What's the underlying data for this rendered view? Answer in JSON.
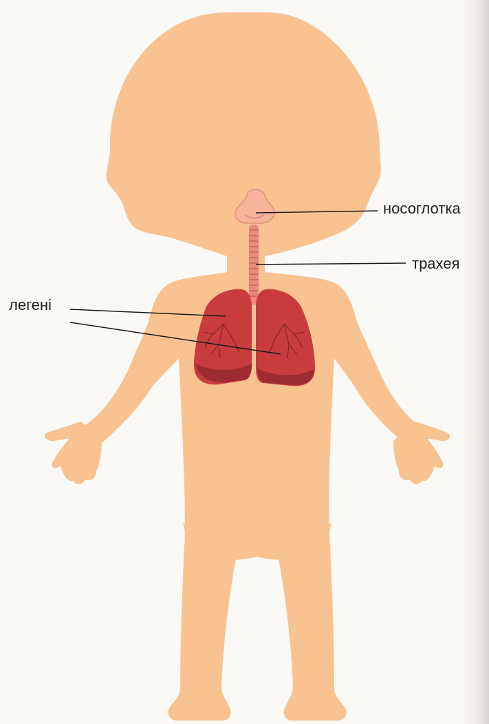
{
  "labels": {
    "nasopharynx": "носоглотка",
    "trachea": "трахея",
    "lungs": "легені"
  },
  "colors": {
    "skin": "#f9c391",
    "lung": "#c83c3e",
    "lung_dark": "#9e2c30",
    "trachea": "#e98a80",
    "leader_line": "#1a1a1a",
    "background": "#fbf9f6"
  }
}
